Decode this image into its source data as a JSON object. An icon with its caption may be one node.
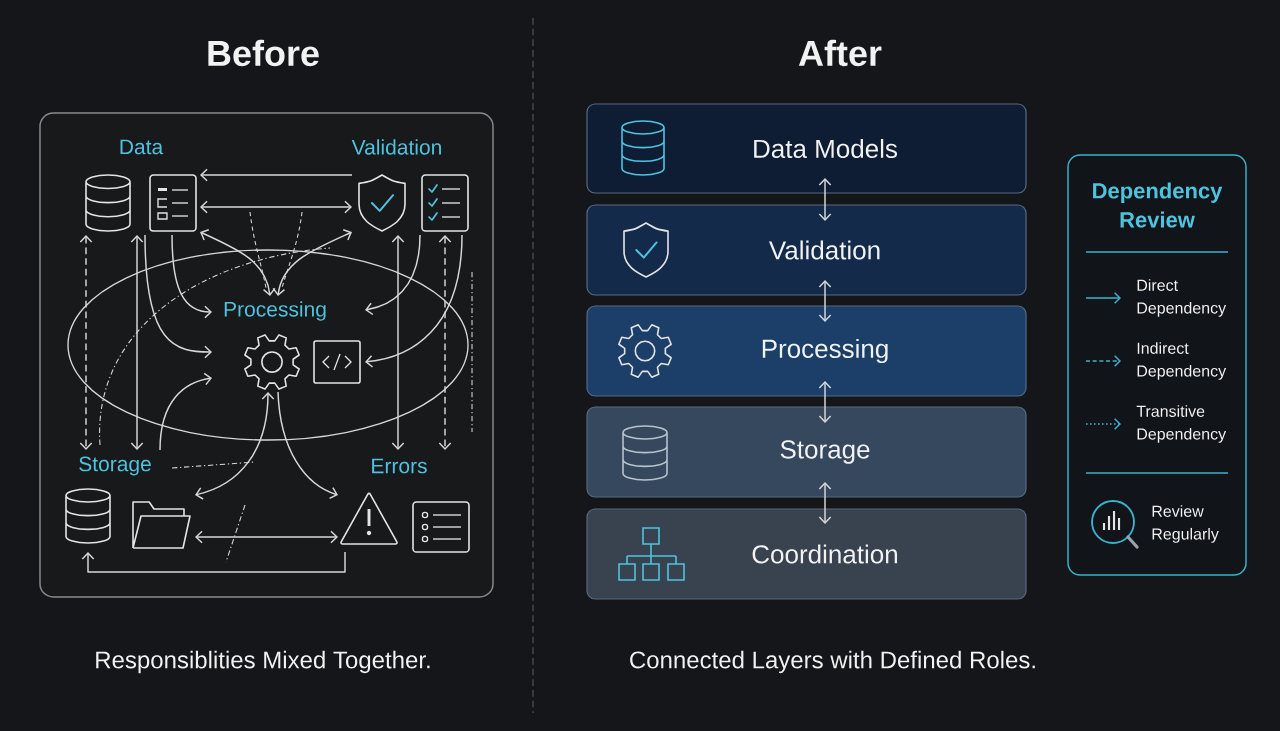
{
  "diagram": {
    "nodes": [
      {
        "text": [
          "Before"
        ]
      },
      {
        "text": [
          "Data"
        ],
        "in": 0
      },
      {
        "text": [
          "Validation"
        ],
        "in": 0
      },
      {
        "text": [
          "Processing"
        ],
        "in": 0
      },
      {
        "text": [
          "Storage"
        ],
        "in": 0
      },
      {
        "text": [
          "Errors"
        ],
        "in": 0
      },
      {
        "text": [
          "Data Models"
        ]
      },
      {
        "text": [
          "Validation"
        ]
      },
      {
        "text": [
          "Processing"
        ]
      },
      {
        "text": [
          "Storage"
        ]
      },
      {
        "text": [
          "Coordination"
        ]
      },
      {
        "text": [
          "Dependency Review",
          "Review Regularly"
        ]
      }
    ],
    "edges": [
      {
        "from": 2,
        "to": 1,
        "arrow": "to"
      },
      {
        "from": 1,
        "to": 2,
        "arrow": "both"
      },
      {
        "from": 1,
        "to": 3,
        "arrow": "both"
      },
      {
        "from": 2,
        "to": 3,
        "arrow": "both"
      },
      {
        "from": 1,
        "to": 4,
        "arrow": "both",
        "style": "dashed"
      },
      {
        "from": 1,
        "to": 4,
        "arrow": "both"
      },
      {
        "from": 2,
        "to": 5,
        "arrow": "both"
      },
      {
        "from": 2,
        "to": 5,
        "arrow": "both",
        "style": "dashed"
      },
      {
        "from": 2,
        "to": 3,
        "arrow": "to"
      },
      {
        "from": 2,
        "to": 3,
        "arrow": "to"
      },
      {
        "from": 1,
        "to": 3,
        "arrow": "to"
      },
      {
        "from": 4,
        "to": 3,
        "arrow": "to"
      },
      {
        "from": 3,
        "to": 4,
        "arrow": "both"
      },
      {
        "from": 3,
        "to": 5,
        "arrow": "to"
      },
      {
        "from": 4,
        "to": 5,
        "arrow": "both"
      },
      {
        "from": 5,
        "to": 4,
        "arrow": "to"
      },
      {
        "from": 6,
        "to": 7,
        "arrow": "both"
      },
      {
        "from": 7,
        "to": 8,
        "arrow": "both"
      },
      {
        "from": 8,
        "to": 9,
        "arrow": "both"
      },
      {
        "from": 9,
        "to": 10,
        "arrow": "both"
      },
      {
        "from": 1,
        "to": 3,
        "arrow": "to"
      }
    ],
    "labels": [
      "After",
      "Responsiblities Mixed Together.",
      "Connected Layers with Defined Roles."
    ],
    "legend": [
      {
        "text": "Direct Dependency"
      },
      {
        "text": "Indirect Dependency"
      },
      {
        "text": "Transitive Dependency"
      }
    ]
  }
}
